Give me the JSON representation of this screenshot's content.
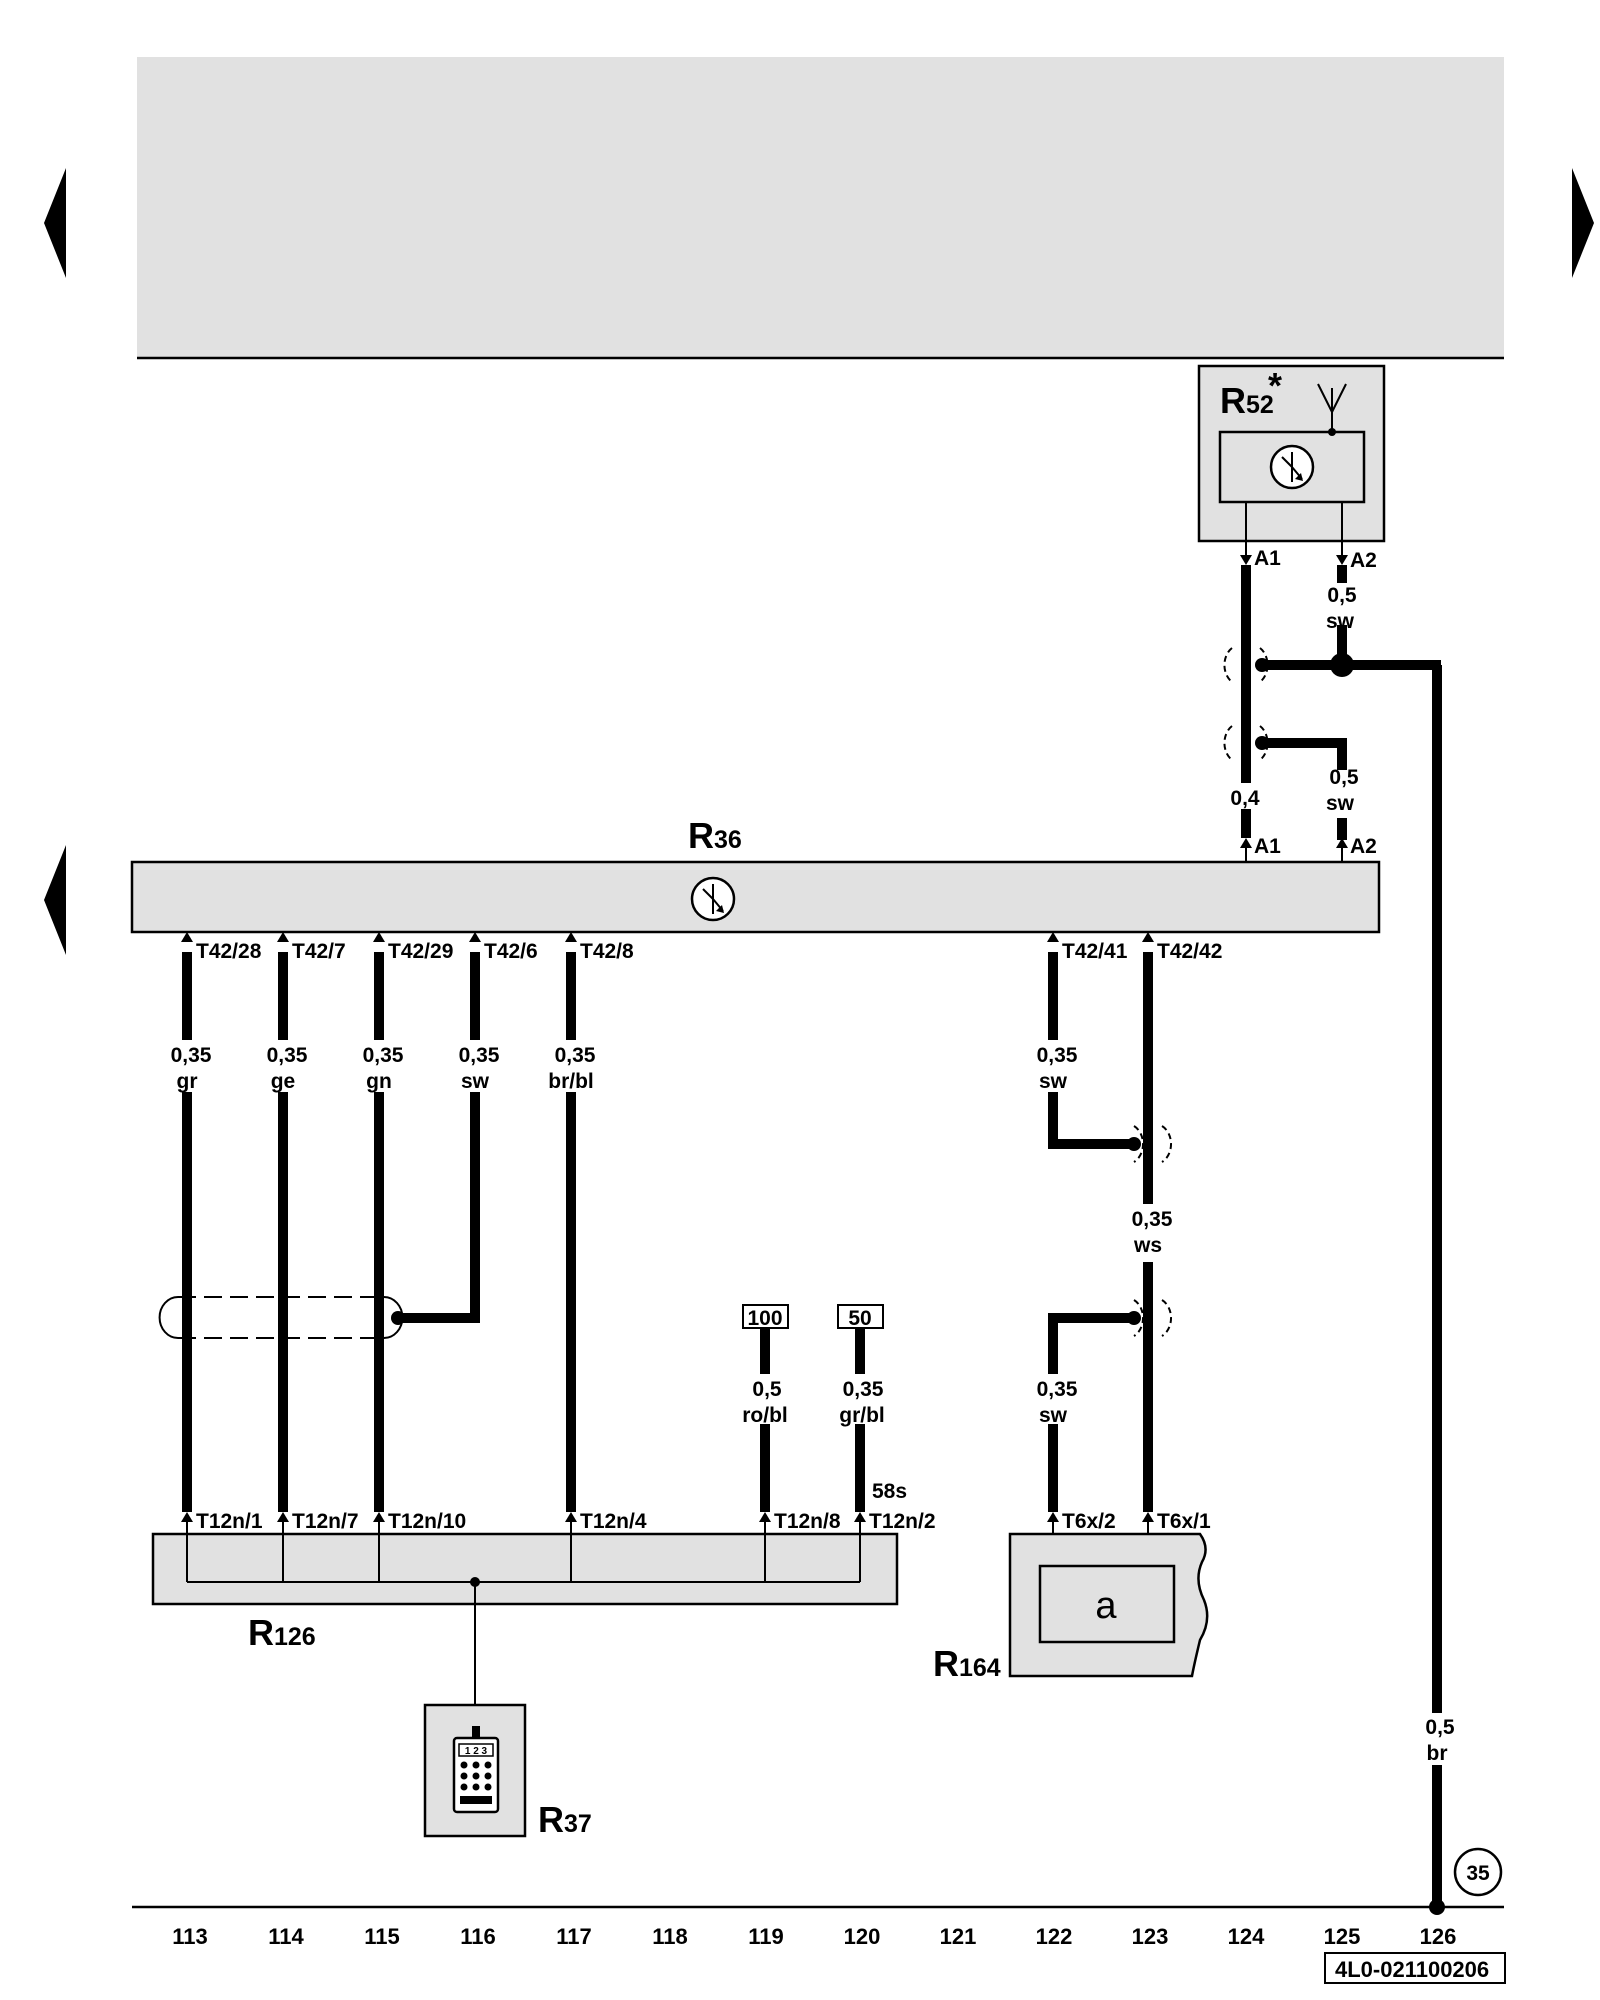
{
  "diagram": {
    "doc_id": "4L0-021100206",
    "ground_ref": "35",
    "column_numbers": [
      "113",
      "114",
      "115",
      "116",
      "117",
      "118",
      "119",
      "120",
      "121",
      "122",
      "123",
      "124",
      "125",
      "126"
    ],
    "components": {
      "r52": {
        "letter": "R",
        "sub": "52",
        "mark": "*"
      },
      "r36": {
        "letter": "R",
        "sub": "36"
      },
      "r126": {
        "letter": "R",
        "sub": "126"
      },
      "r164": {
        "letter": "R",
        "sub": "164"
      },
      "r37": {
        "letter": "R",
        "sub": "37"
      },
      "r164_symbol": "a",
      "keypad_text": "1 2 3"
    },
    "pins": {
      "r52_a1": "A1",
      "r52_a2": "A2",
      "r36_a1": "A1",
      "r36_a2": "A2",
      "t42_28": "T42/28",
      "t42_7": "T42/7",
      "t42_29": "T42/29",
      "t42_6": "T42/6",
      "t42_8": "T42/8",
      "t42_41": "T42/41",
      "t42_42": "T42/42",
      "t12n_1": "T12n/1",
      "t12n_7": "T12n/7",
      "t12n_10": "T12n/10",
      "t12n_4": "T12n/4",
      "t12n_8": "T12n/8",
      "t12n_2": "T12n/2",
      "t6x_2": "T6x/2",
      "t6x_1": "T6x/1",
      "sig_58s": "58s"
    },
    "terminals": {
      "t100": "100",
      "t50": "50"
    },
    "wires": {
      "w_a2_top": {
        "size": "0,5",
        "color": "sw"
      },
      "w_a1": {
        "size": "0,4",
        "color": ""
      },
      "w_a2_low": {
        "size": "0,5",
        "color": "sw"
      },
      "w_gr": {
        "size": "0,35",
        "color": "gr"
      },
      "w_ge": {
        "size": "0,35",
        "color": "ge"
      },
      "w_gn": {
        "size": "0,35",
        "color": "gn"
      },
      "w_sw6": {
        "size": "0,35",
        "color": "sw"
      },
      "w_brbl": {
        "size": "0,35",
        "color": "br/bl"
      },
      "w_sw41": {
        "size": "0,35",
        "color": "sw"
      },
      "w_ws": {
        "size": "0,35",
        "color": "ws"
      },
      "w_robl": {
        "size": "0,5",
        "color": "ro/bl"
      },
      "w_grbl": {
        "size": "0,35",
        "color": "gr/bl"
      },
      "w_sw_t6x": {
        "size": "0,35",
        "color": "sw"
      },
      "w_br": {
        "size": "0,5",
        "color": "br"
      }
    }
  }
}
